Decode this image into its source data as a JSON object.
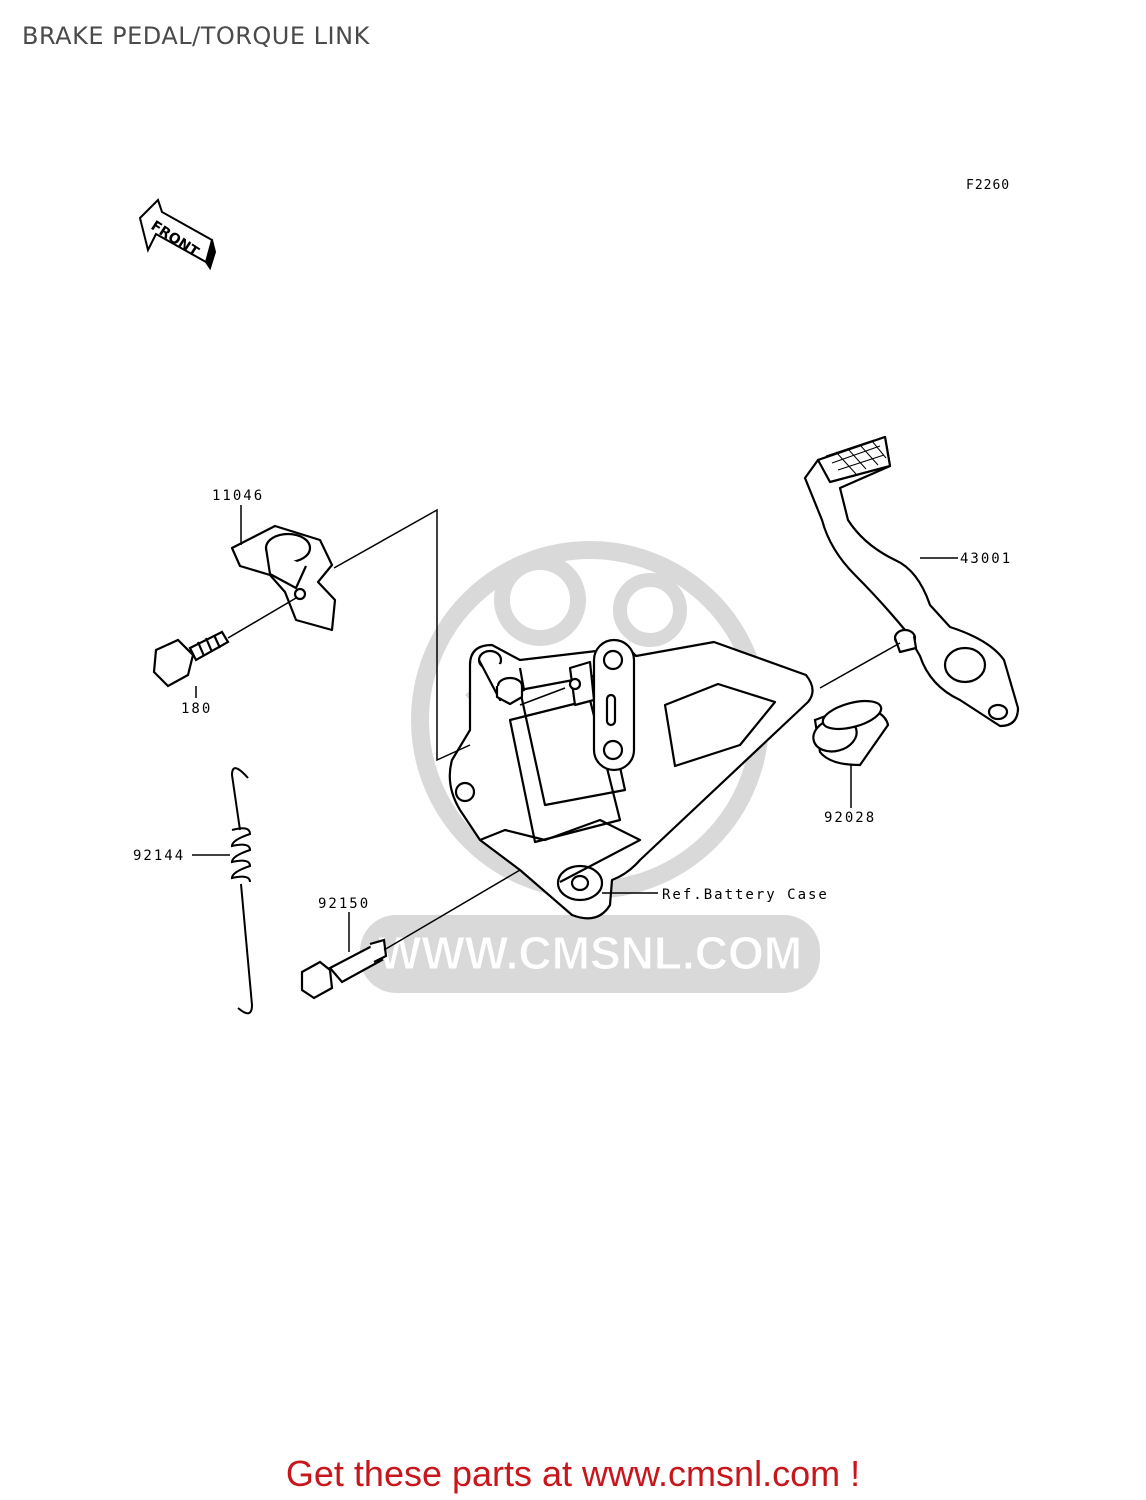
{
  "header": {
    "title": "BRAKE PEDAL/TORQUE LINK"
  },
  "diagram_code": "F2260",
  "front_arrow_label": "FRONT",
  "parts": {
    "p11046": "11046",
    "p180": "180",
    "p92144": "92144",
    "p92150": "92150",
    "p43001": "43001",
    "p92028": "92028",
    "ref_battery": "Ref.Battery Case"
  },
  "watermark": {
    "text": "WWW.CMSNL.COM",
    "color": "#d3d3d3"
  },
  "footer": {
    "text": "Get these parts at www.cmsnl.com !",
    "color": "#c8161d"
  }
}
